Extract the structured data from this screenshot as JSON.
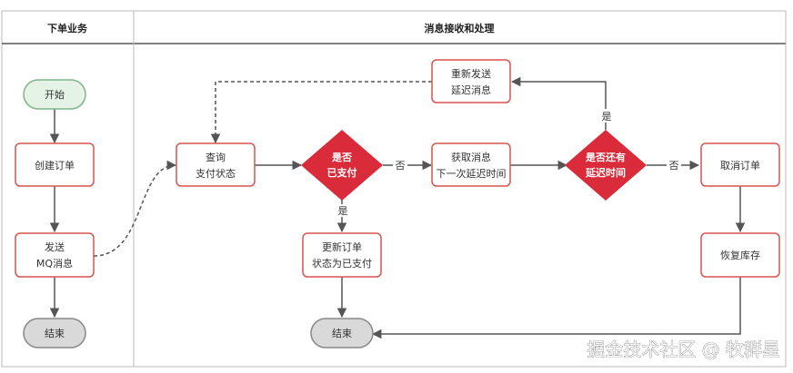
{
  "lanes": {
    "left_title": "下单业务",
    "right_title": "消息接收和处理"
  },
  "nodes": {
    "start": "开始",
    "create_order": "创建订单",
    "send_mq_1": "发送",
    "send_mq_2": "MQ消息",
    "end_left": "结束",
    "query_pay_1": "查询",
    "query_pay_2": "支付状态",
    "is_paid_1": "是否",
    "is_paid_2": "已支付",
    "update_order_1": "更新订单",
    "update_order_2": "状态为已支付",
    "end_right": "结束",
    "get_msg_1": "获取消息",
    "get_msg_2": "下一次延迟时间",
    "has_delay_1": "是否还有",
    "has_delay_2": "延迟时间",
    "resend_1": "重新发送",
    "resend_2": "延迟消息",
    "cancel_order": "取消订单",
    "restore_stock": "恢复库存"
  },
  "edges": {
    "yes": "是",
    "no": "否"
  },
  "watermark": "掘金技术社区 @ 牧群星",
  "colors": {
    "node_border": "#d9534f",
    "diamond_fill": "#d92b3a",
    "start_fill": "#e4f3e6",
    "start_border": "#7fb58a",
    "end_fill": "#d9d9d9",
    "line": "#555555"
  }
}
